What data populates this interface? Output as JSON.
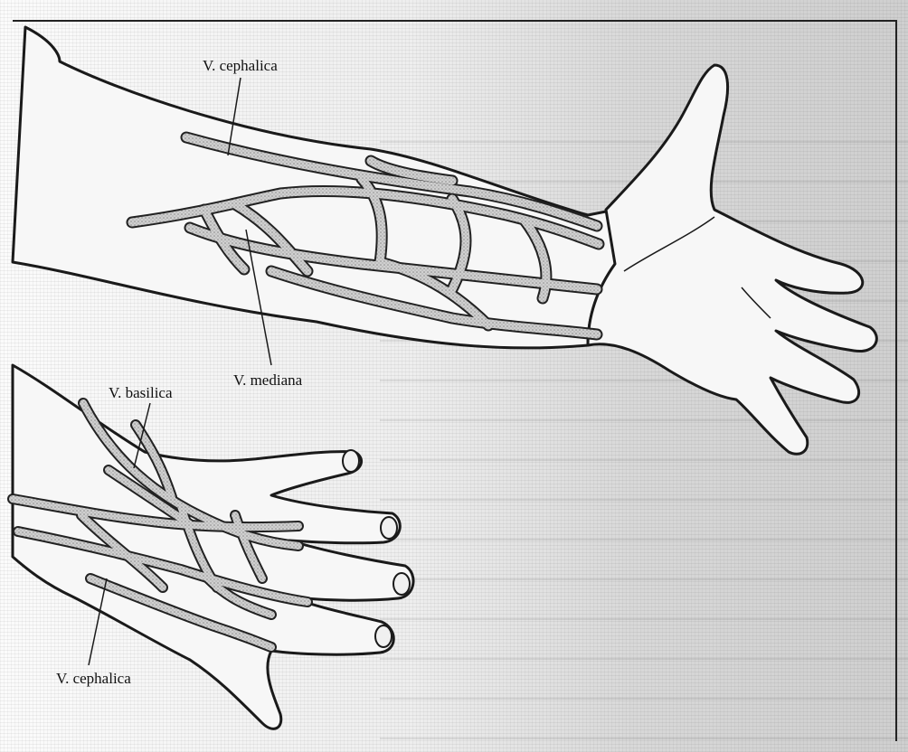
{
  "labels": {
    "upper_cephalica": "V. cephalica",
    "mediana": "V. mediana",
    "basilica": "V. basilica",
    "lower_cephalica": "V. cephalica"
  }
}
